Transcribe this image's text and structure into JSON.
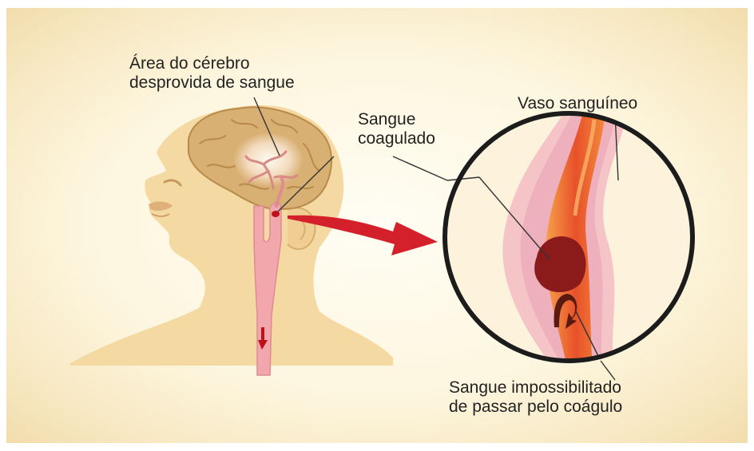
{
  "labels": {
    "brain_area": [
      "Área do cérebro",
      "desprovida de sangue"
    ],
    "clot": [
      "Sangue",
      "coagulado"
    ],
    "vessel": "Vaso sanguíneo",
    "blocked_blood": [
      "Sangue impossibilitado",
      "de passar pelo coágulo"
    ]
  },
  "colors": {
    "background": "#fdf6df",
    "skin": "#f5d9a2",
    "brain": "#d9b074",
    "artery": "#f2a7ad",
    "clot": "#8b1a1a",
    "arrow": "#d4202a",
    "vessel_orange": "#e8622a",
    "lens_border": "#1c1c1c"
  }
}
